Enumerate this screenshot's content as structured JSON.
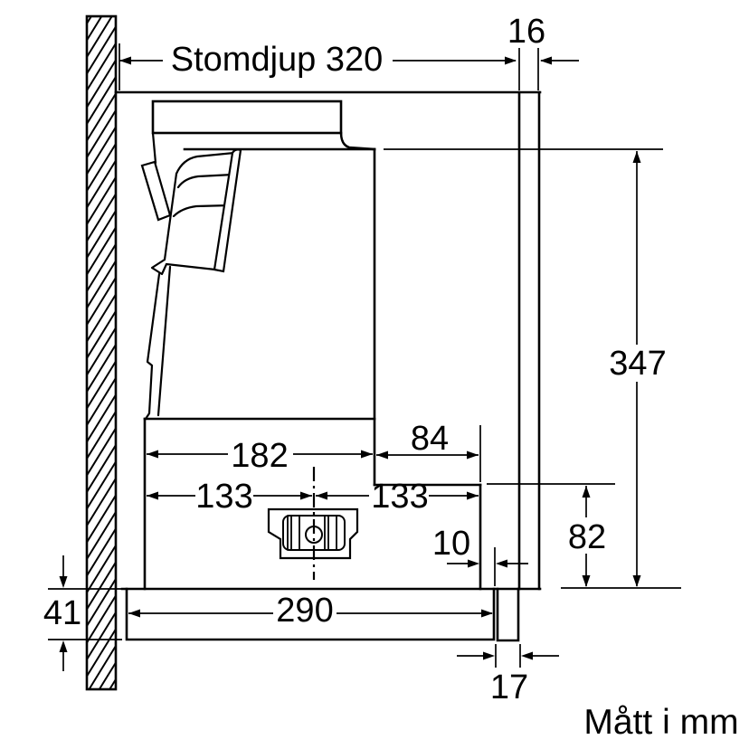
{
  "diagram": {
    "caption": "Mått i mm",
    "colors": {
      "line": "#000000",
      "background": "#ffffff"
    },
    "labels": {
      "frame_depth": "Stomdjup 320",
      "top_panel_thickness": "16",
      "total_height": "347",
      "body_depth": "182",
      "rear_step_depth": "84",
      "center_to_front": "133",
      "center_to_rear": "133",
      "lower_section_height": "82",
      "rear_gap": "10",
      "visible_front_height": "41",
      "pullout_depth": "290",
      "front_strip_thickness": "17"
    }
  }
}
